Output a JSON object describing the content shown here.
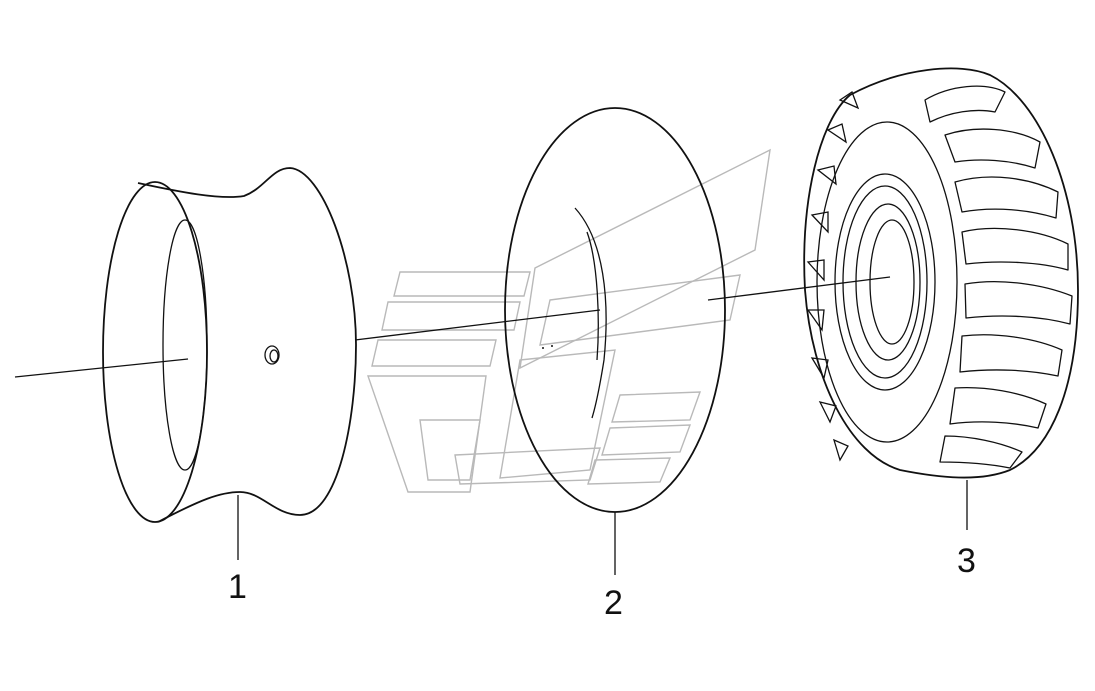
{
  "diagram": {
    "parts": [
      {
        "id": "rim",
        "callout": "1"
      },
      {
        "id": "tube",
        "callout": "2"
      },
      {
        "id": "tire",
        "callout": "3"
      }
    ],
    "watermark_icon": "logo-watermark-icon",
    "colors": {
      "line": "#111111",
      "watermark": "#b9b9b9",
      "background": "#ffffff"
    }
  }
}
